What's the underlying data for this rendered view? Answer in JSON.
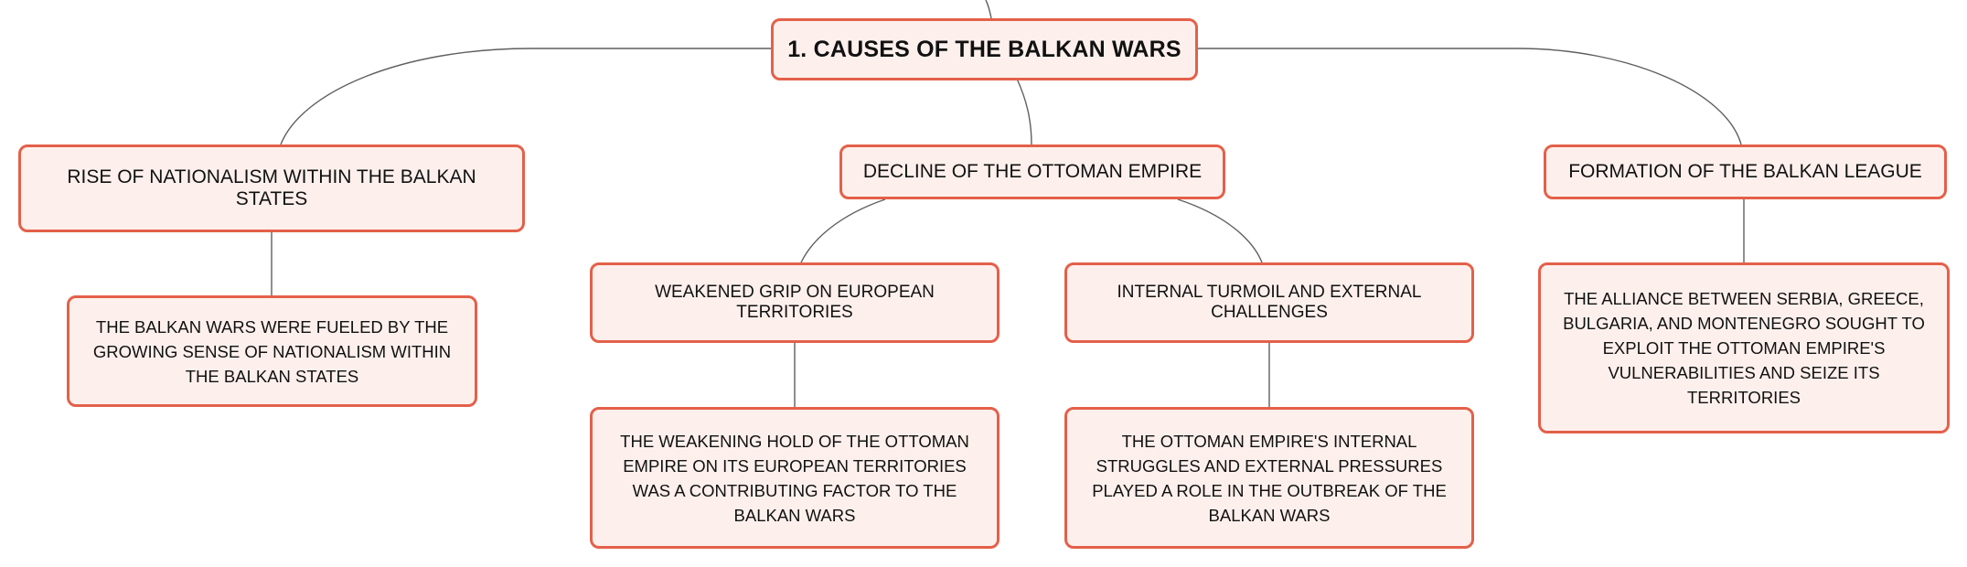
{
  "colors": {
    "node_fill": "#fdf0ec",
    "node_border": "#e4604a",
    "connector": "#5f5f5f",
    "text": "#111111"
  },
  "root": {
    "label": "1. CAUSES OF THE BALKAN WARS"
  },
  "branches": [
    {
      "label": "RISE OF NATIONALISM WITHIN THE BALKAN STATES",
      "detail": "THE BALKAN WARS WERE FUELED BY THE GROWING SENSE OF NATIONALISM WITHIN THE BALKAN STATES"
    },
    {
      "label": "DECLINE OF THE OTTOMAN EMPIRE",
      "children": [
        {
          "label": "WEAKENED GRIP ON EUROPEAN TERRITORIES",
          "detail": "THE WEAKENING HOLD OF THE OTTOMAN EMPIRE ON ITS EUROPEAN TERRITORIES WAS A CONTRIBUTING FACTOR TO THE BALKAN WARS"
        },
        {
          "label": "INTERNAL TURMOIL AND EXTERNAL CHALLENGES",
          "detail": "THE OTTOMAN EMPIRE'S INTERNAL STRUGGLES AND EXTERNAL PRESSURES PLAYED A ROLE IN THE OUTBREAK OF THE BALKAN WARS"
        }
      ]
    },
    {
      "label": "FORMATION OF THE BALKAN LEAGUE",
      "detail": "THE ALLIANCE BETWEEN SERBIA, GREECE, BULGARIA, AND MONTENEGRO SOUGHT TO EXPLOIT THE OTTOMAN EMPIRE'S VULNERABILITIES AND SEIZE ITS TERRITORIES"
    }
  ]
}
